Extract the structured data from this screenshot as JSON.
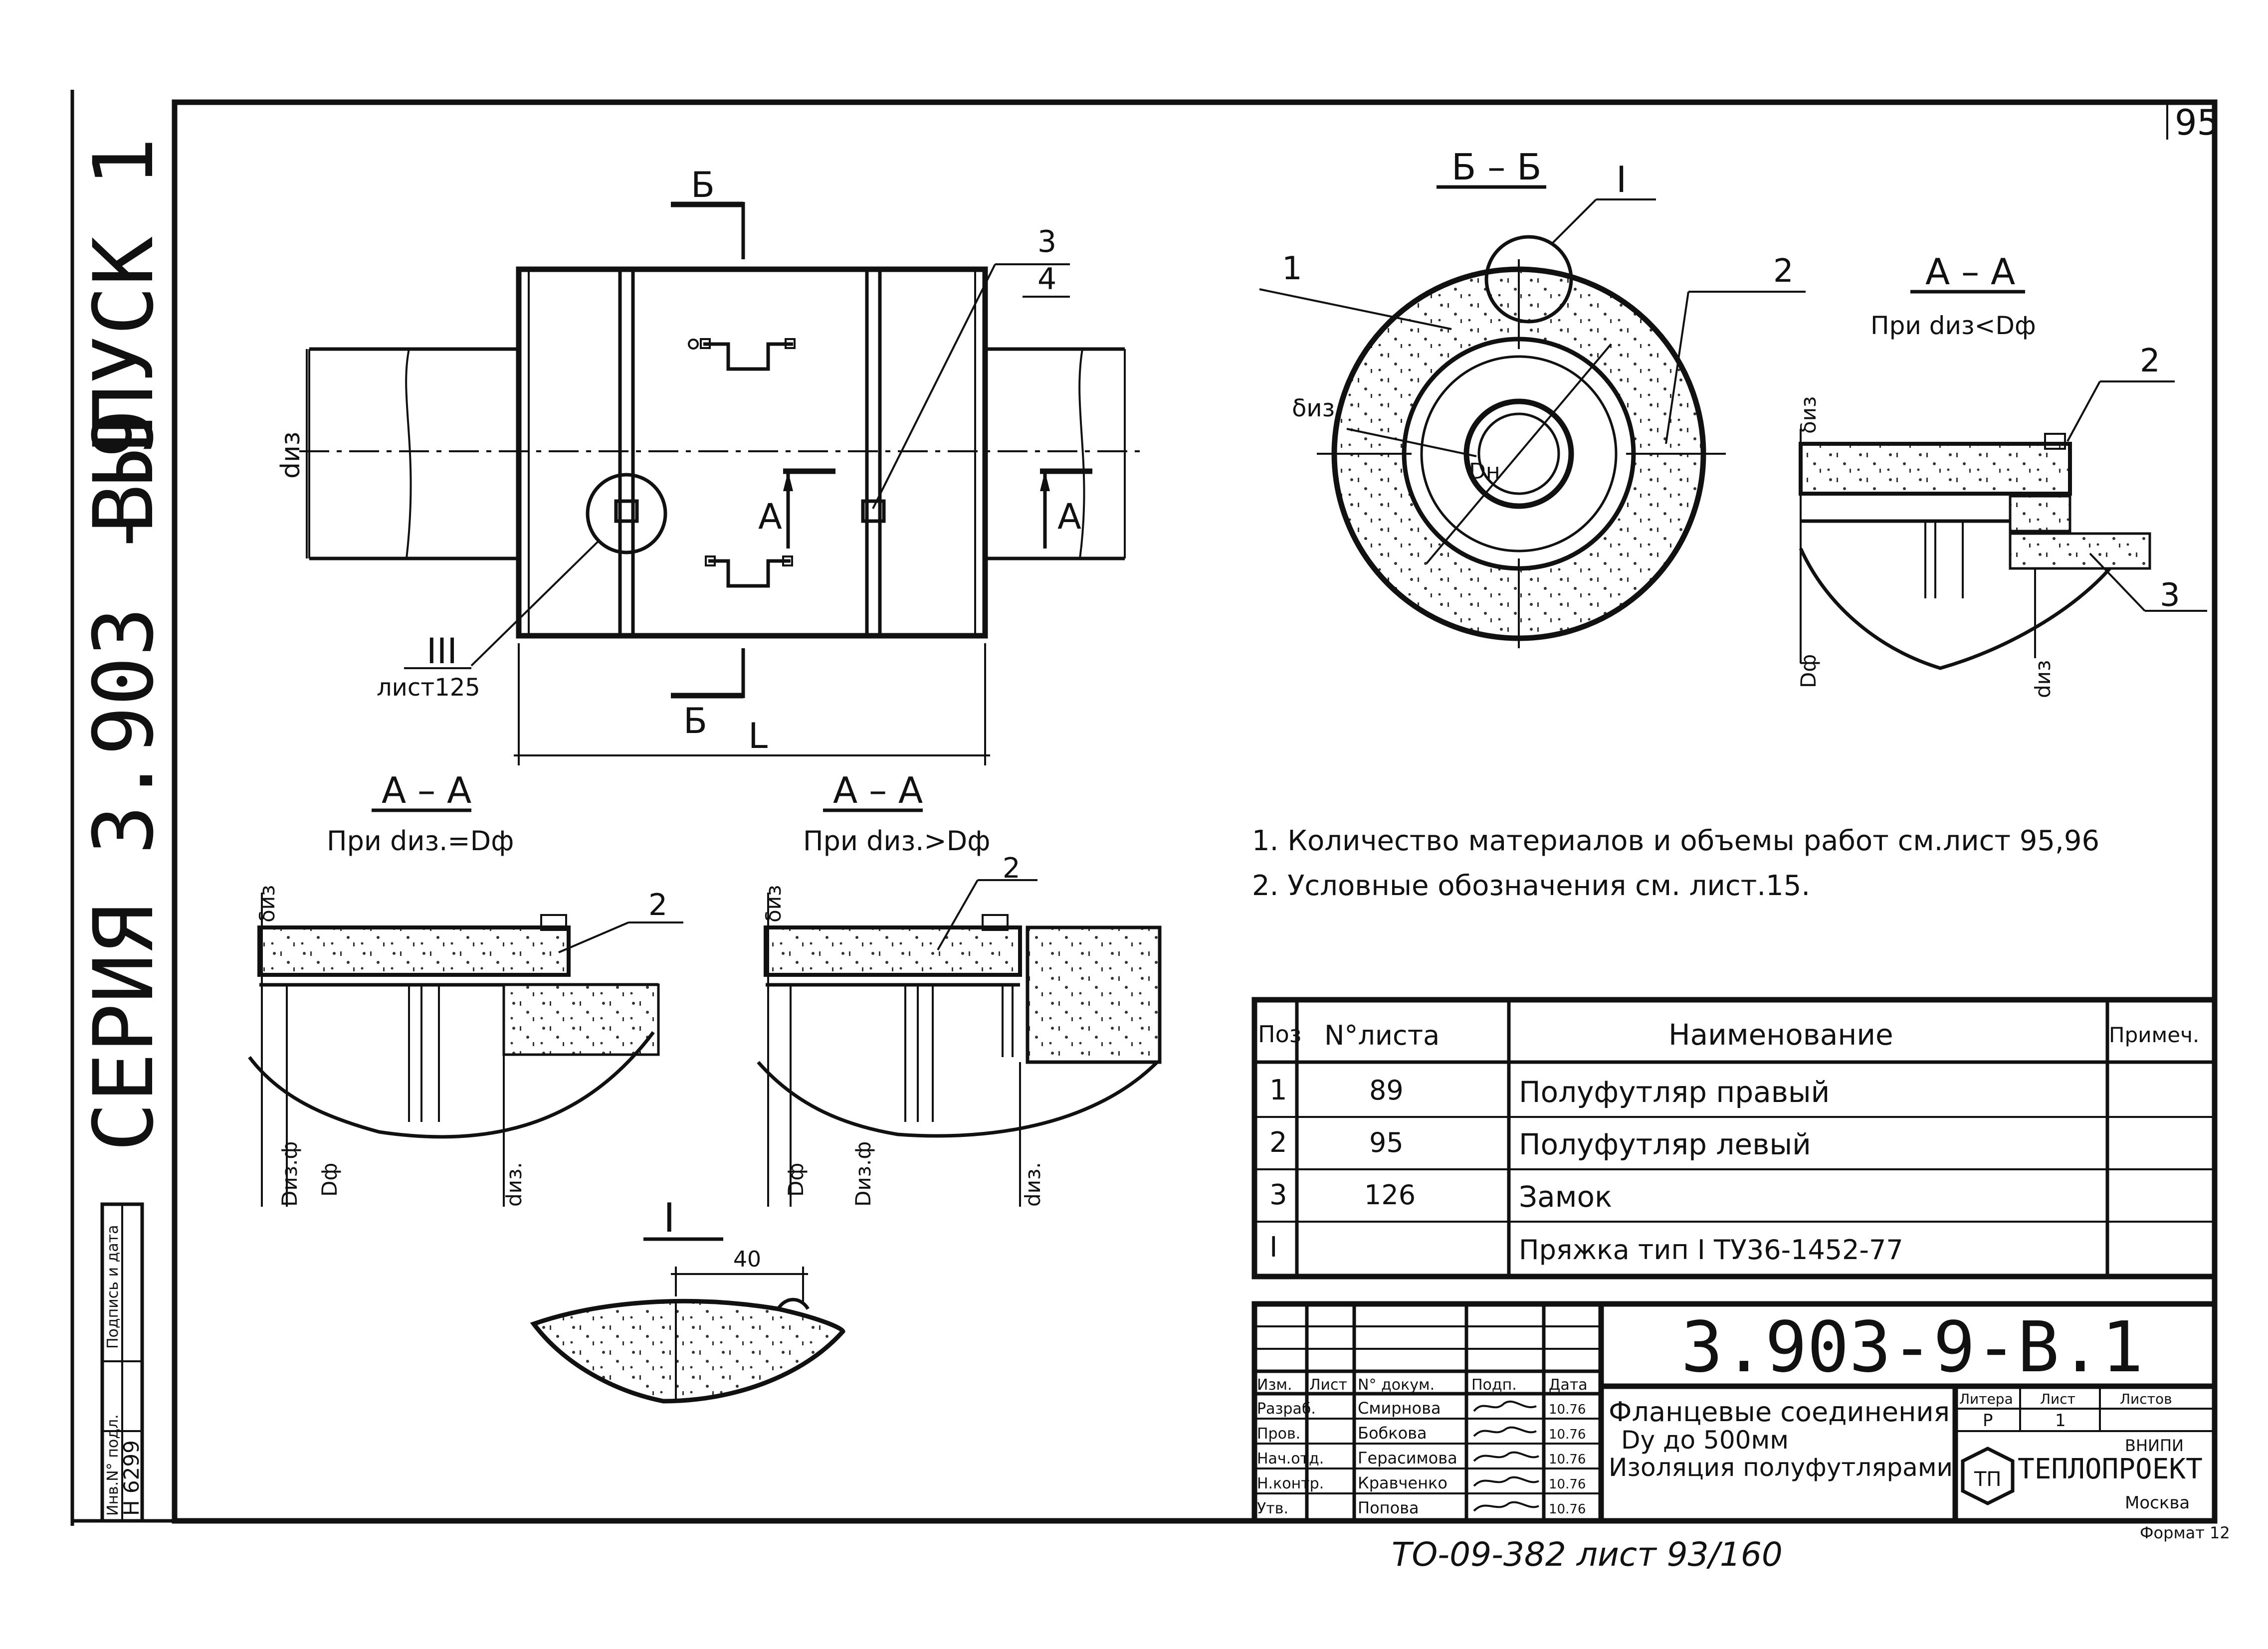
{
  "page_corner_label": "95",
  "side_strip": {
    "vypusk": "ВЫПУСК 1",
    "series": "СЕРИЯ   3.903 - 9",
    "stamp_sign": "Подпись и дата",
    "stamp_inv": "Инв.N° подл.",
    "stamp_inv_value": "Н 6299"
  },
  "main_view": {
    "section_b_top": "Б",
    "section_b_bottom": "Б",
    "label_3": "3",
    "label_4": "4",
    "dim_diz": "dиз",
    "label_a_left": "А",
    "label_a_right": "А",
    "callout_iii": "III",
    "callout_iii_sheet": "лист125",
    "dim_l": "L"
  },
  "section_bb": {
    "title": "Б – Б",
    "callout_i": "I",
    "label_1": "1",
    "label_2": "2",
    "dim_delta": "δиз",
    "dim_dn": "Dн"
  },
  "section_aa_right": {
    "title": "А – А",
    "condition": "При dиз<Dф",
    "label_2": "2",
    "label_3": "3",
    "dim_delta": "δиз",
    "dim_dph": "Dф",
    "dim_diz": "dиз"
  },
  "section_aa_left": {
    "title": "А – А",
    "condition": "При dиз.=Dф",
    "label_2": "2",
    "dim_delta": "δиз",
    "dim_dizph": "Dиз.ф",
    "dim_dph": "Dф",
    "dim_diz": "dиз."
  },
  "section_aa_mid": {
    "title": "А – А",
    "condition": "При dиз.>Dф",
    "label_2": "2",
    "dim_delta": "δиз",
    "dim_dph": "Dф",
    "dim_dizph": "Dиз.ф",
    "dim_diz": "dиз."
  },
  "detail_i": {
    "title": "I",
    "dim_40": "40"
  },
  "notes": [
    "1. Количество материалов и объемы работ см.лист 95,96",
    "2. Условные обозначения см. лист.15."
  ],
  "spec_table": {
    "headers": [
      "Поз",
      "N°листа",
      "Наименование",
      "Примеч."
    ],
    "rows": [
      [
        "1",
        "89",
        "Полуфутляр правый",
        ""
      ],
      [
        "2",
        "95",
        "Полуфутляр левый",
        ""
      ],
      [
        "3",
        "126",
        "Замок",
        ""
      ],
      [
        "I",
        "",
        "Пряжка тип I ТУ36-1452-77",
        ""
      ]
    ]
  },
  "title_block": {
    "code": "3.903-9-В.1",
    "col_headers": [
      "Изм.",
      "Лист",
      "N° докум.",
      "Подп.",
      "Дата"
    ],
    "roles": [
      [
        "Разраб.",
        "Смирнова",
        "",
        "10.76"
      ],
      [
        "Пров.",
        "Бобкова",
        "",
        "10.76"
      ],
      [
        "Нач.отд.",
        "Герасимова",
        "",
        "10.76"
      ],
      [
        "Н.контр.",
        "Кравченко",
        "",
        "10.76"
      ],
      [
        "Утв.",
        "Попова",
        "",
        "10.76"
      ]
    ],
    "title_lines": [
      "Фланцевые соединения",
      "Dу до 500мм",
      "Изоляция полуфутлярами"
    ],
    "stage_headers": [
      "Литера",
      "Лист",
      "Листов"
    ],
    "stage_values": [
      "Р",
      "1",
      ""
    ],
    "org_small": "ВНИПИ",
    "org": "ТЕПЛОПРОЕКТ",
    "city": "Москва",
    "format": "Формат 12"
  },
  "footer_note": "ТО-09-382 лист 93/160"
}
